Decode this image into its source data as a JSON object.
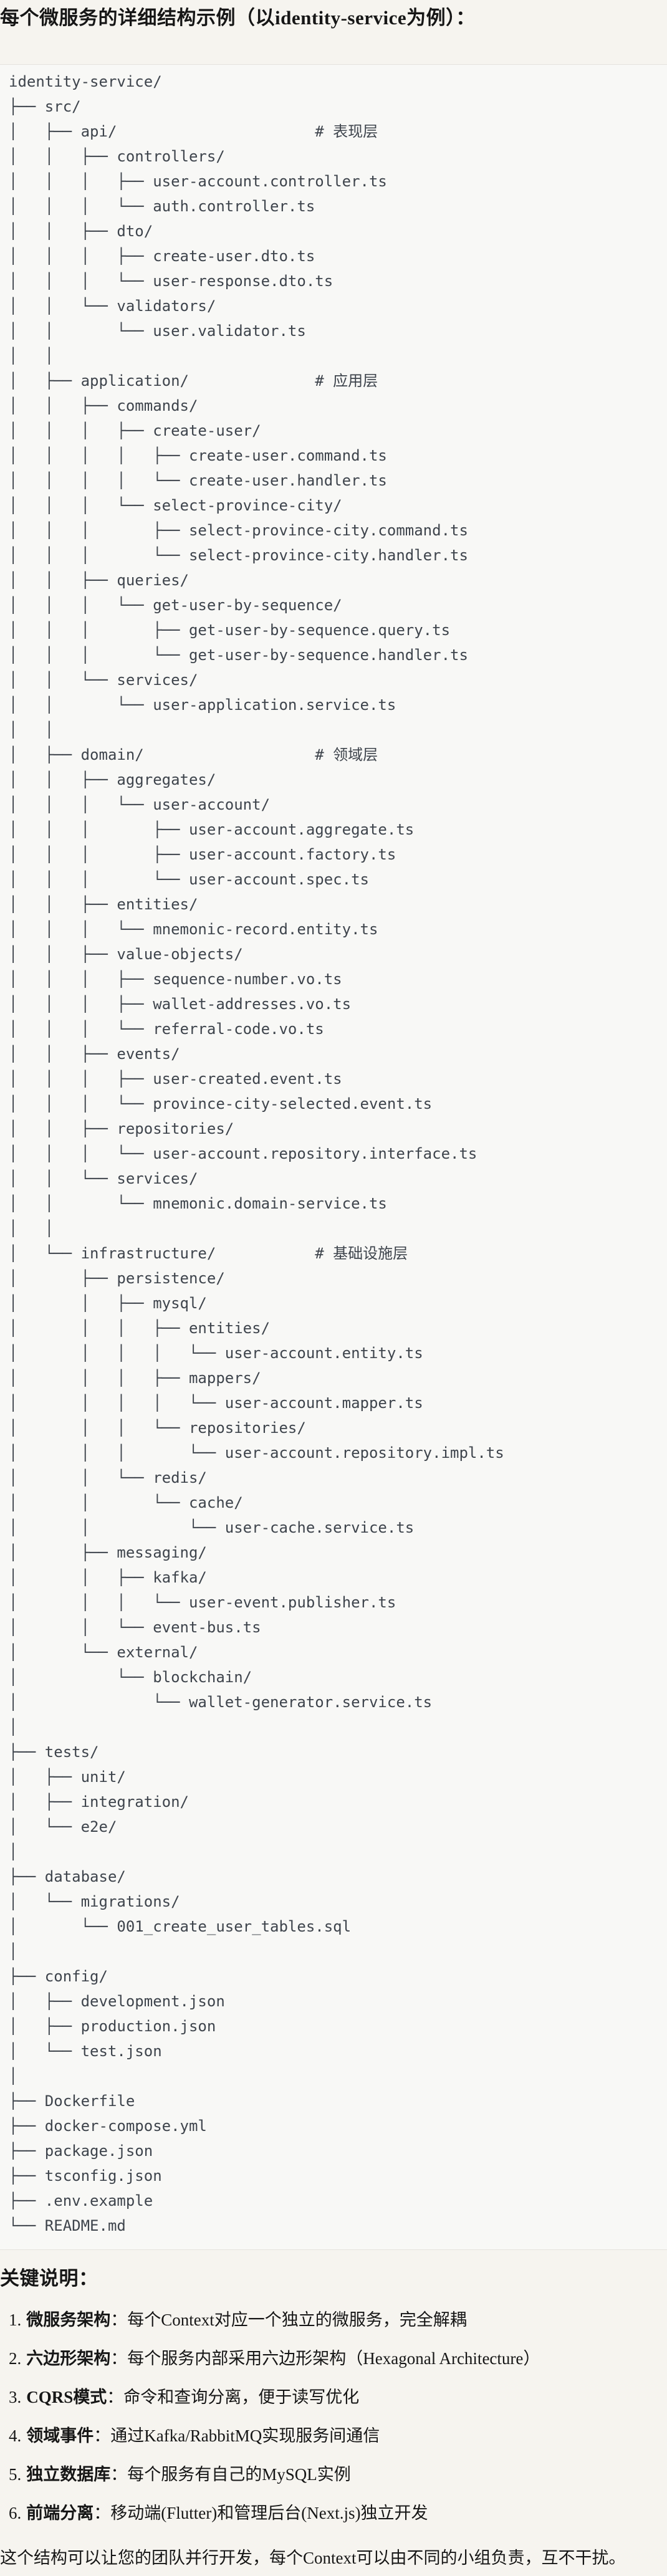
{
  "title": "每个微服务的详细结构示例（以identity-service为例）：",
  "code_block": {
    "language": "plaintext-tree",
    "lines": [
      "identity-service/",
      "├── src/",
      "│   ├── api/                      # 表现层",
      "│   │   ├── controllers/",
      "│   │   │   ├── user-account.controller.ts",
      "│   │   │   └── auth.controller.ts",
      "│   │   ├── dto/",
      "│   │   │   ├── create-user.dto.ts",
      "│   │   │   └── user-response.dto.ts",
      "│   │   └── validators/",
      "│   │       └── user.validator.ts",
      "│   │",
      "│   ├── application/              # 应用层",
      "│   │   ├── commands/",
      "│   │   │   ├── create-user/",
      "│   │   │   │   ├── create-user.command.ts",
      "│   │   │   │   └── create-user.handler.ts",
      "│   │   │   └── select-province-city/",
      "│   │   │       ├── select-province-city.command.ts",
      "│   │   │       └── select-province-city.handler.ts",
      "│   │   ├── queries/",
      "│   │   │   └── get-user-by-sequence/",
      "│   │   │       ├── get-user-by-sequence.query.ts",
      "│   │   │       └── get-user-by-sequence.handler.ts",
      "│   │   └── services/",
      "│   │       └── user-application.service.ts",
      "│   │",
      "│   ├── domain/                   # 领域层",
      "│   │   ├── aggregates/",
      "│   │   │   └── user-account/",
      "│   │   │       ├── user-account.aggregate.ts",
      "│   │   │       ├── user-account.factory.ts",
      "│   │   │       └── user-account.spec.ts",
      "│   │   ├── entities/",
      "│   │   │   └── mnemonic-record.entity.ts",
      "│   │   ├── value-objects/",
      "│   │   │   ├── sequence-number.vo.ts",
      "│   │   │   ├── wallet-addresses.vo.ts",
      "│   │   │   └── referral-code.vo.ts",
      "│   │   ├── events/",
      "│   │   │   ├── user-created.event.ts",
      "│   │   │   └── province-city-selected.event.ts",
      "│   │   ├── repositories/",
      "│   │   │   └── user-account.repository.interface.ts",
      "│   │   └── services/",
      "│   │       └── mnemonic.domain-service.ts",
      "│   │",
      "│   └── infrastructure/           # 基础设施层",
      "│       ├── persistence/",
      "│       │   ├── mysql/",
      "│       │   │   ├── entities/",
      "│       │   │   │   └── user-account.entity.ts",
      "│       │   │   ├── mappers/",
      "│       │   │   │   └── user-account.mapper.ts",
      "│       │   │   └── repositories/",
      "│       │   │       └── user-account.repository.impl.ts",
      "│       │   └── redis/",
      "│       │       └── cache/",
      "│       │           └── user-cache.service.ts",
      "│       ├── messaging/",
      "│       │   ├── kafka/",
      "│       │   │   └── user-event.publisher.ts",
      "│       │   └── event-bus.ts",
      "│       └── external/",
      "│           └── blockchain/",
      "│               └── wallet-generator.service.ts",
      "│",
      "├── tests/",
      "│   ├── unit/",
      "│   ├── integration/",
      "│   └── e2e/",
      "│",
      "├── database/",
      "│   └── migrations/",
      "│       └── 001_create_user_tables.sql",
      "│",
      "├── config/",
      "│   ├── development.json",
      "│   ├── production.json",
      "│   └── test.json",
      "│",
      "├── Dockerfile",
      "├── docker-compose.yml",
      "├── package.json",
      "├── tsconfig.json",
      "├── .env.example",
      "└── README.md"
    ]
  },
  "section_heading": "关键说明：",
  "key_points": [
    {
      "num": "1.",
      "label": "微服务架构",
      "text": "：每个Context对应一个独立的微服务，完全解耦"
    },
    {
      "num": "2.",
      "label": "六边形架构",
      "text": "：每个服务内部采用六边形架构（Hexagonal Architecture）"
    },
    {
      "num": "3.",
      "label": "CQRS模式",
      "text": "：命令和查询分离，便于读写优化"
    },
    {
      "num": "4.",
      "label": "领域事件",
      "text": "：通过Kafka/RabbitMQ实现服务间通信"
    },
    {
      "num": "5.",
      "label": "独立数据库",
      "text": "：每个服务有自己的MySQL实例"
    },
    {
      "num": "6.",
      "label": "前端分离",
      "text": "：移动端(Flutter)和管理后台(Next.js)独立开发"
    }
  ],
  "closing_paragraph": "这个结构可以让您的团队并行开发，每个Context可以由不同的小组负责，互不干扰。",
  "colors": {
    "page_background": "#f6f4ef",
    "code_background": "#f8f8f6",
    "code_border": "#e5e3de",
    "code_text": "#3e444c",
    "body_text": "#161616"
  }
}
